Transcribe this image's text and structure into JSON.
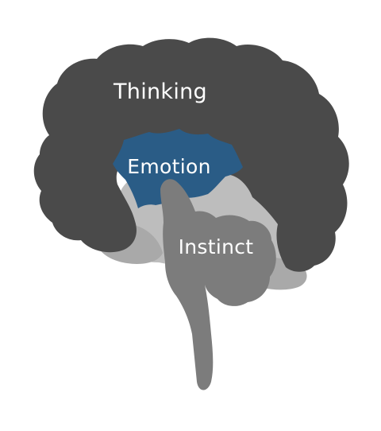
{
  "diagram": {
    "regions": {
      "thinking": {
        "label": "Thinking",
        "color": "#4a4a4a"
      },
      "emotion": {
        "label": "Emotion",
        "color": "#2a5c86"
      },
      "instinct": {
        "label": "Instinct",
        "color": "#7c7c7c"
      },
      "limbic_shadow": {
        "color": "#a9a9a9"
      },
      "inner_fill": {
        "color": "#bdbdbd"
      }
    }
  }
}
